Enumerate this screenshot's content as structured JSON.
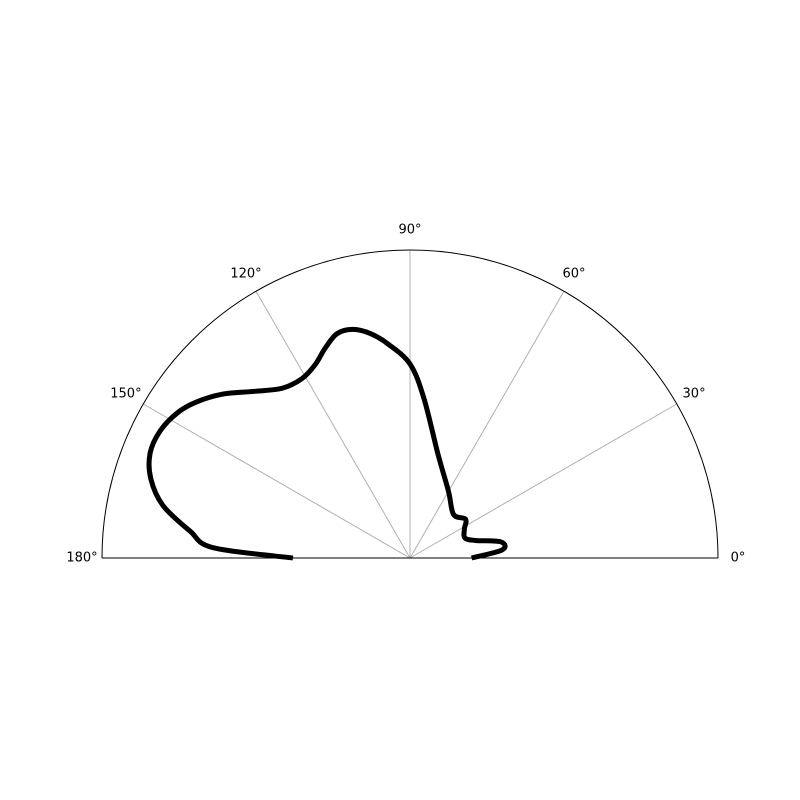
{
  "chart_data": {
    "type": "line",
    "projection": "polar",
    "theta_range_deg": [
      0,
      180
    ],
    "r_range": [
      0,
      1
    ],
    "grid": true,
    "show_radial_ticks": false,
    "theta_tick_labels": [
      {
        "deg": 0,
        "label": "0°"
      },
      {
        "deg": 30,
        "label": "30°"
      },
      {
        "deg": 60,
        "label": "60°"
      },
      {
        "deg": 90,
        "label": "90°"
      },
      {
        "deg": 120,
        "label": "120°"
      },
      {
        "deg": 150,
        "label": "150°"
      },
      {
        "deg": 180,
        "label": "180°"
      }
    ],
    "series": [
      {
        "color": "#000000",
        "points": [
          {
            "theta": 0,
            "r": 0.2
          },
          {
            "theta": 5,
            "r": 0.3
          },
          {
            "theta": 10,
            "r": 0.3
          },
          {
            "theta": 15,
            "r": 0.22
          },
          {
            "theta": 20,
            "r": 0.19
          },
          {
            "theta": 28,
            "r": 0.2
          },
          {
            "theta": 35,
            "r": 0.22
          },
          {
            "theta": 45,
            "r": 0.2
          },
          {
            "theta": 60,
            "r": 0.25
          },
          {
            "theta": 75,
            "r": 0.35
          },
          {
            "theta": 85,
            "r": 0.52
          },
          {
            "theta": 90,
            "r": 0.63
          },
          {
            "theta": 96,
            "r": 0.7
          },
          {
            "theta": 100,
            "r": 0.74
          },
          {
            "theta": 104,
            "r": 0.765
          },
          {
            "theta": 108,
            "r": 0.766
          },
          {
            "theta": 112,
            "r": 0.735
          },
          {
            "theta": 116,
            "r": 0.7
          },
          {
            "theta": 121,
            "r": 0.68
          },
          {
            "theta": 127,
            "r": 0.69
          },
          {
            "theta": 133,
            "r": 0.74
          },
          {
            "theta": 139,
            "r": 0.81
          },
          {
            "theta": 144,
            "r": 0.86
          },
          {
            "theta": 148,
            "r": 0.89
          },
          {
            "theta": 153,
            "r": 0.91
          },
          {
            "theta": 158,
            "r": 0.91
          },
          {
            "theta": 163,
            "r": 0.88
          },
          {
            "theta": 168,
            "r": 0.82
          },
          {
            "theta": 173,
            "r": 0.72
          },
          {
            "theta": 177,
            "r": 0.64
          },
          {
            "theta": 180,
            "r": 0.38
          }
        ]
      }
    ]
  }
}
